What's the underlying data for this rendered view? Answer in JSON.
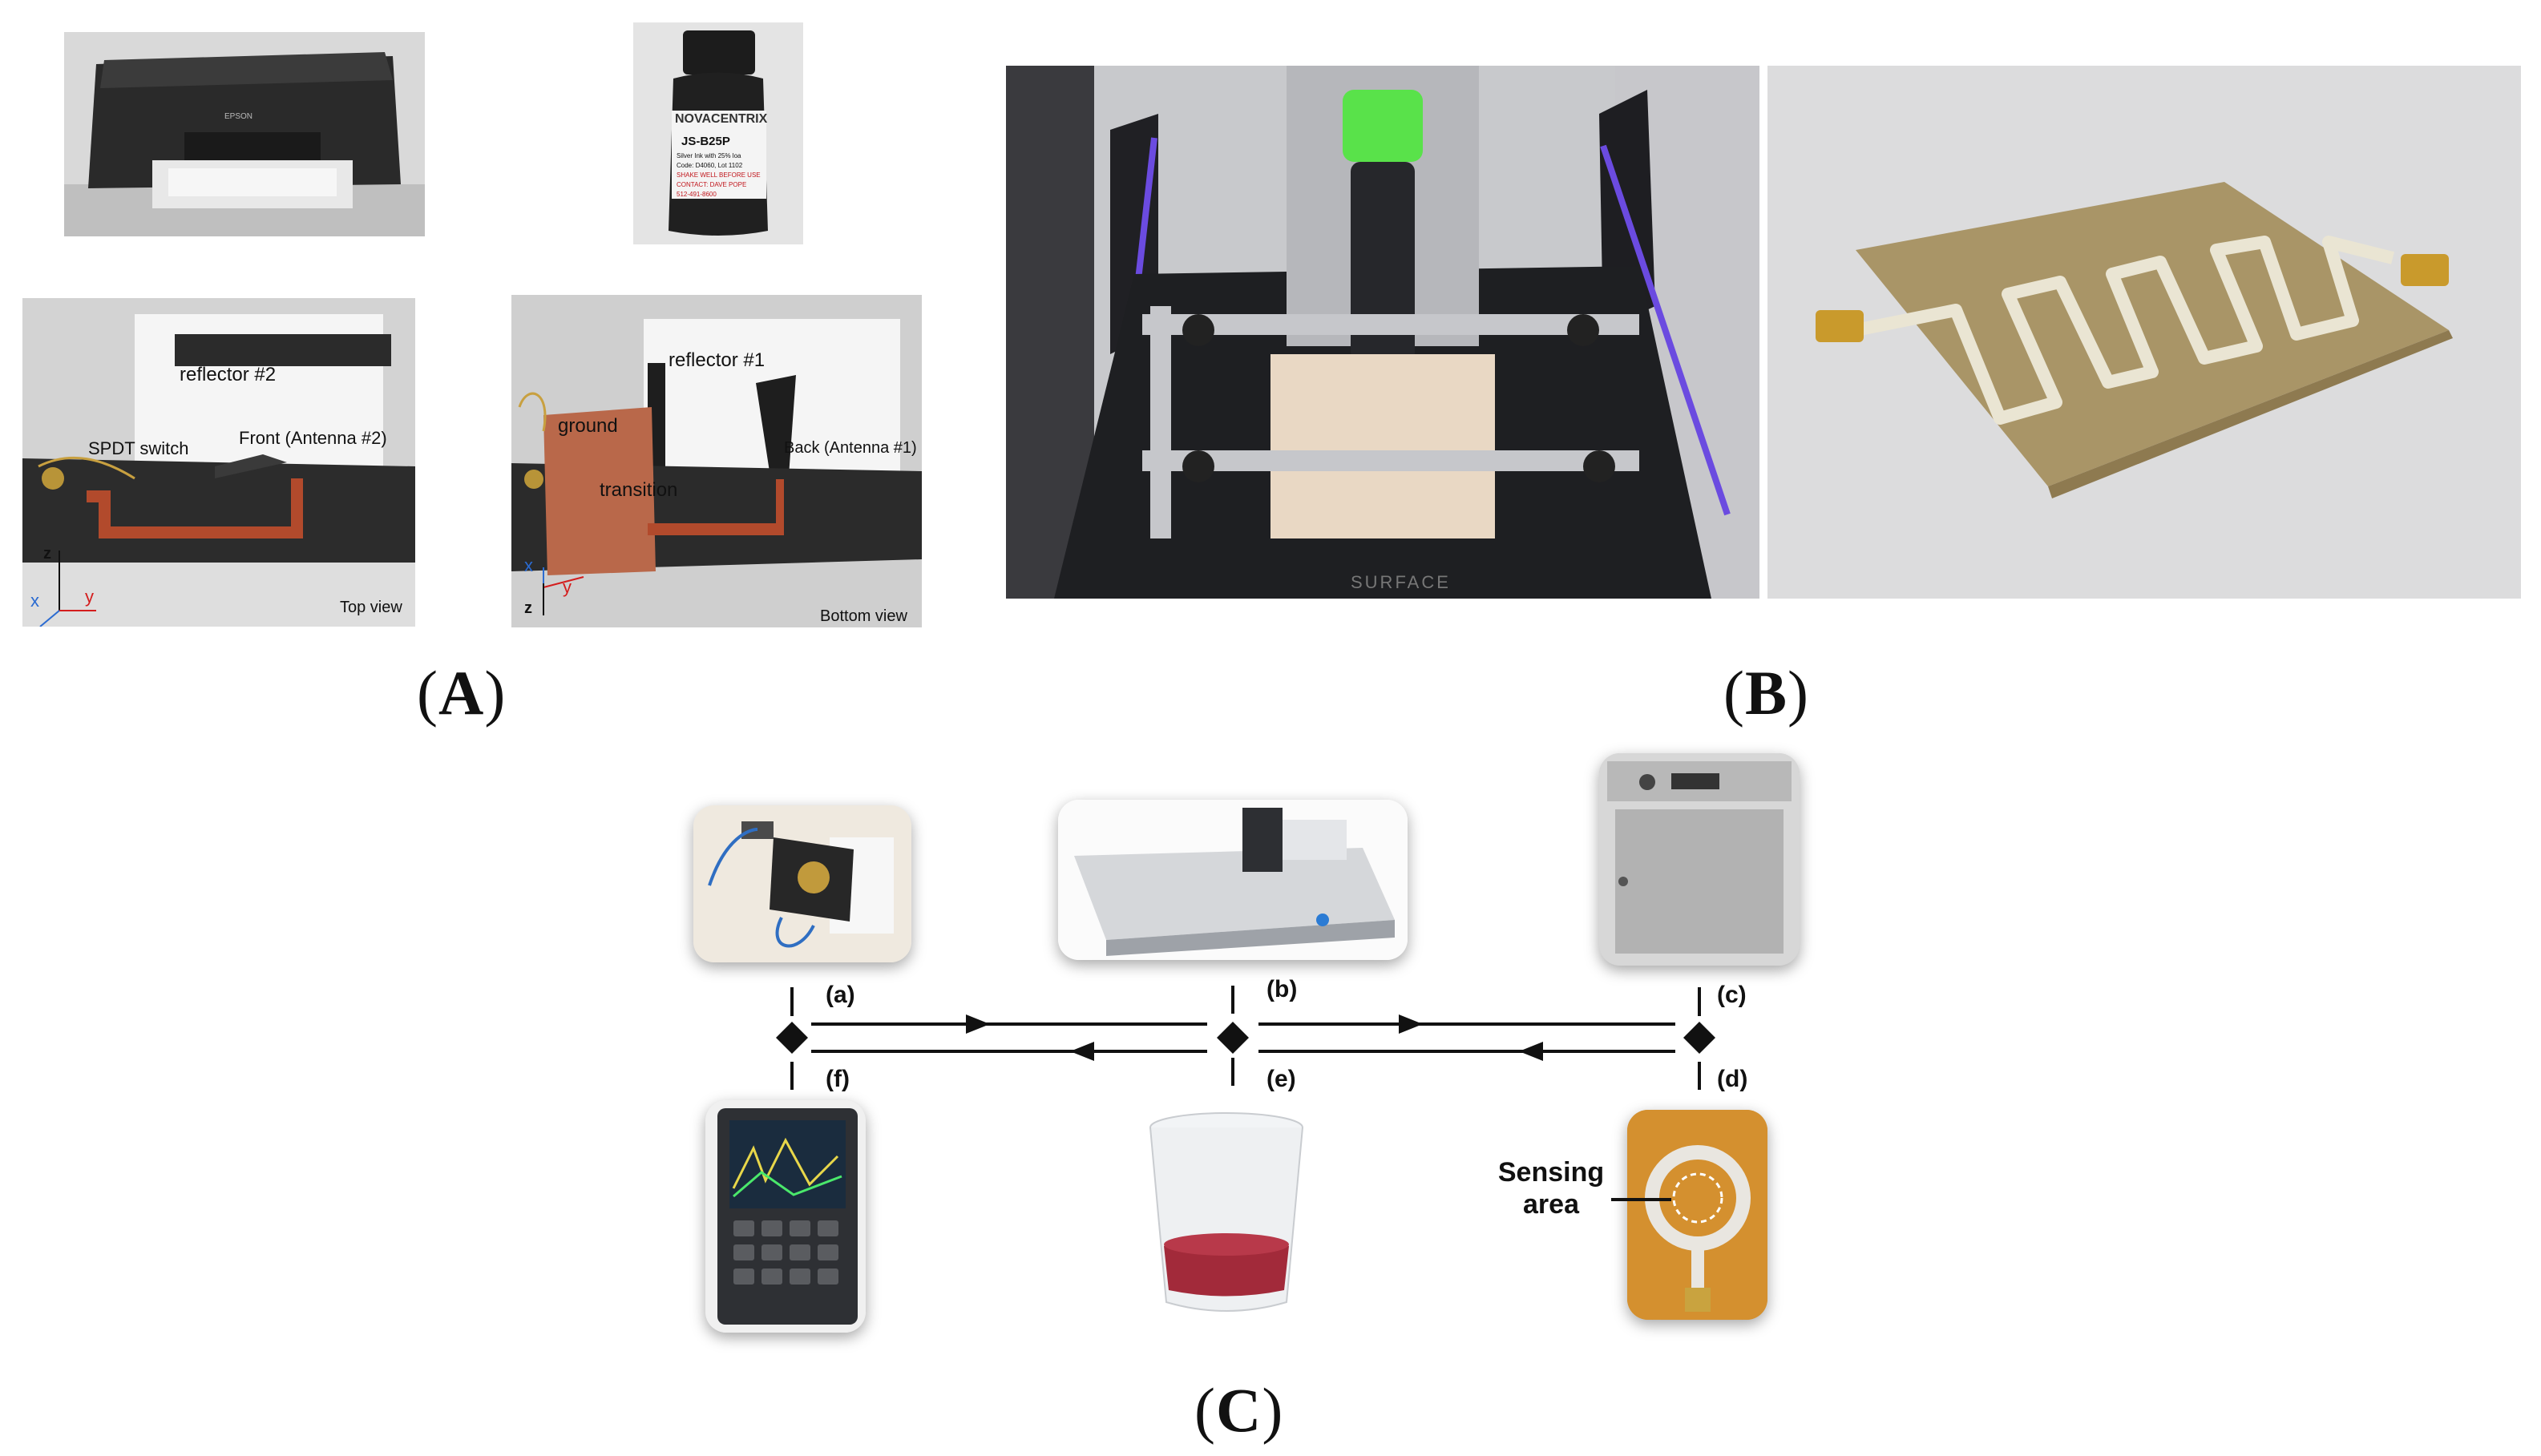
{
  "panel_a": {
    "label_open": "(",
    "label_letter": "A",
    "label_close": ")",
    "bottle_brand": "NOVACENTRIX",
    "bottle_product": "JS-B25P",
    "bottle_line1": "Silver Ink with 25% loa",
    "bottle_line2": "Code: D4060, Lot 1102",
    "bottle_line3": "SHAKE WELL BEFORE USE",
    "bottle_line4": "CONTACT: DAVE POPE",
    "bottle_line5": "512-491-8600",
    "printer_brand": "EPSON",
    "top_view": {
      "reflector": "reflector #2",
      "switch": "SPDT switch",
      "front": "Front (Antenna #2)",
      "caption": "Top view",
      "axis_z": "z",
      "axis_x": "x",
      "axis_y": "y"
    },
    "bottom_view": {
      "reflector": "reflector #1",
      "ground": "ground",
      "transition": "transition",
      "back": "Back (Antenna #1)",
      "caption": "Bottom  view",
      "axis_x": "x",
      "axis_z": "z",
      "axis_y": "y"
    }
  },
  "panel_b": {
    "label_open": "(",
    "label_letter": "B",
    "label_close": ")",
    "machine_text": "SURFACE"
  },
  "panel_c": {
    "label_open": "(",
    "label_letter": "C",
    "label_close": ")",
    "steps": {
      "a": "(a)",
      "b": "(b)",
      "c": "(c)",
      "d": "(d)",
      "e": "(e)",
      "f": "(f)"
    },
    "sensing_area_line1": "Sensing",
    "sensing_area_line2": "area"
  }
}
